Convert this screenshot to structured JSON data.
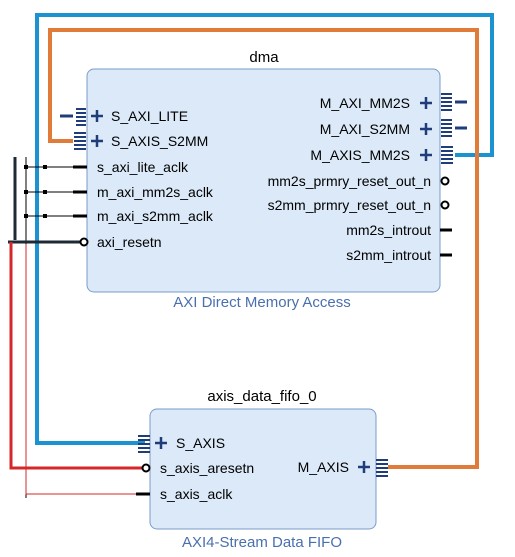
{
  "dma": {
    "instance_name": "dma",
    "ip_name": "AXI Direct Memory Access",
    "left_ports": {
      "s_axi_lite": "S_AXI_LITE",
      "s_axis_s2mm": "S_AXIS_S2MM",
      "s_axi_lite_aclk": "s_axi_lite_aclk",
      "m_axi_mm2s_aclk": "m_axi_mm2s_aclk",
      "m_axi_s2mm_aclk": "m_axi_s2mm_aclk",
      "axi_resetn": "axi_resetn"
    },
    "right_ports": {
      "m_axi_mm2s": "M_AXI_MM2S",
      "m_axi_s2mm": "M_AXI_S2MM",
      "m_axis_mm2s": "M_AXIS_MM2S",
      "mm2s_prmry_reset_out_n": "mm2s_prmry_reset_out_n",
      "s2mm_prmry_reset_out_n": "s2mm_prmry_reset_out_n",
      "mm2s_introut": "mm2s_introut",
      "s2mm_introut": "s2mm_introut"
    }
  },
  "fifo": {
    "instance_name": "axis_data_fifo_0",
    "ip_name": "AXI4-Stream Data FIFO",
    "left_ports": {
      "s_axis": "S_AXIS",
      "s_axis_aresetn": "s_axis_aresetn",
      "s_axis_aclk": "s_axis_aclk"
    },
    "right_ports": {
      "m_axis": "M_AXIS"
    }
  },
  "colors": {
    "block_fill": "#dbe9f8",
    "block_stroke": "#7a9cc8",
    "ip_name": "#4a6fae",
    "port_text": "#000000",
    "interface_symbol": "#1f3d7a",
    "net_blue": "#1c93d1",
    "net_orange": "#e07b39",
    "net_red": "#d62728",
    "net_black": "#000000",
    "net_dark": "#1e2a33"
  }
}
